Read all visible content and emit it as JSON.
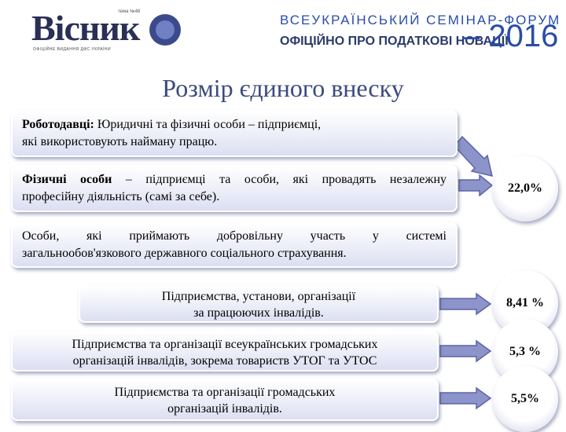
{
  "header": {
    "logo_text": "Вісник",
    "logo_top_text": "тема №48",
    "logo_tagline": "ОФІЦІЙНЕ ВИДАННЯ ДФС УКРАЇНИ",
    "forum_line1": "ВСЕУКРАЇНСЬКИЙ СЕМІНАР-ФОРУМ",
    "forum_line2": "ОФІЦІЙНО ПРО ПОДАТКОВІ НОВАЦІЇ",
    "year": "– 2016"
  },
  "title": "Розмір єдиного внеску",
  "categories": [
    {
      "bold": "Роботодавці:",
      "text": " Юридичні та фізичні особи – підприємці,",
      "line2": "які використовують найману працю."
    },
    {
      "bold": "Фізичні особи",
      "text": " – підприємці та особи, які провадять незалежну",
      "line2": "професійну діяльність (самі за себе)."
    },
    {
      "line1": "Особи, які приймають добровільну участь у системі",
      "line2": "загальнообов'язкового державного соціального страхування."
    },
    {
      "line1": "Підприємства, установи, організації",
      "line2": "за працюючих інвалідів."
    },
    {
      "line1": "Підприємства та організації всеукраїнських громадських",
      "line2": "організацій інвалідів, зокрема товариств УТОГ та УТОС"
    },
    {
      "line1": "Підприємства та організації громадських",
      "line2": "організацій інвалідів."
    }
  ],
  "rates": [
    "22,0%",
    "8,41 %",
    "5,3 %",
    "5,5%"
  ],
  "colors": {
    "accent": "#3b4a7e",
    "arrow_fill": "#8d94c9",
    "arrow_stroke": "#5b64a8",
    "box_gradient_end": "#dcdff2"
  }
}
